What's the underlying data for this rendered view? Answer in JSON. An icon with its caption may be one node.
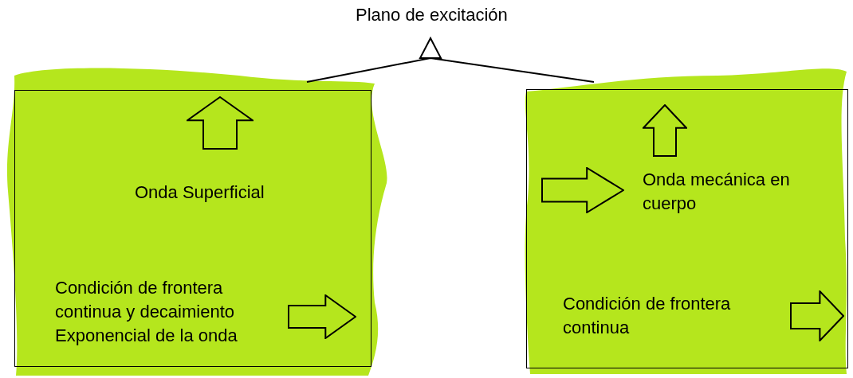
{
  "diagram": {
    "nodes": [
      {
        "text": [
          "Onda Superficial",
          "Condición de frontera continua y decaimiento Exponencial de la onda"
        ]
      },
      {
        "text": [
          "Onda mecánica en cuerpo",
          "Condición de frontera continua"
        ]
      }
    ],
    "edges": [],
    "labels": [
      "Plano de excitación"
    ]
  }
}
